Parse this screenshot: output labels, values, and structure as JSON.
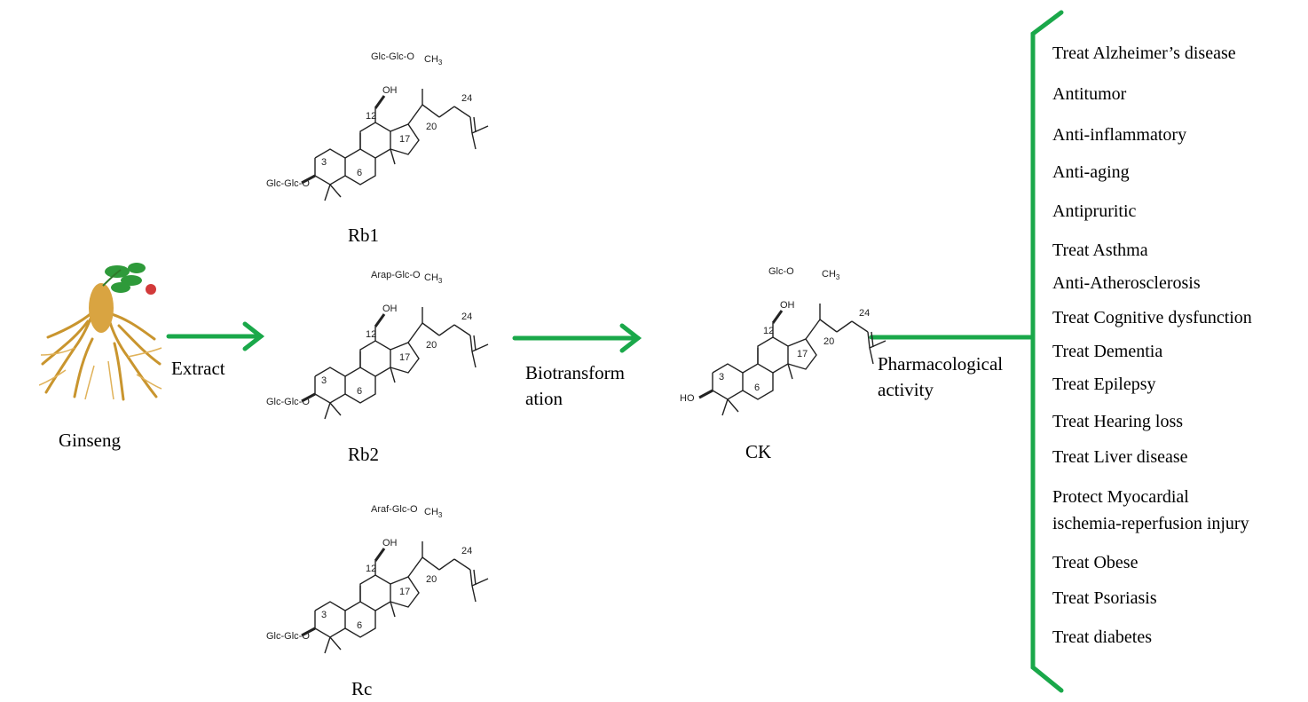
{
  "source": {
    "label": "Ginseng",
    "image": "ginseng-root-illustration"
  },
  "arrows": {
    "extract": "Extract",
    "biotransformation_line1": "Biotransform",
    "biotransformation_line2": "ation",
    "pharmacological_line1": "Pharmacological",
    "pharmacological_line2": "activity"
  },
  "compounds": [
    {
      "name": "Rb1",
      "c3_group": "Glc-Glc-O",
      "c20_group": "Glc-Glc-O",
      "methyl": "CH3"
    },
    {
      "name": "Rb2",
      "c3_group": "Glc-Glc-O",
      "c20_group": "Arap-Glc-O",
      "methyl": "CH3"
    },
    {
      "name": "Rc",
      "c3_group": "Glc-Glc-O",
      "c20_group": "Araf-Glc-O",
      "methyl": "CH3"
    }
  ],
  "product": {
    "name": "CK",
    "c3_group": "HO",
    "c20_group": "Glc-O",
    "methyl": "CH3"
  },
  "atom_labels": {
    "oh": "OH",
    "n3": "3",
    "n6": "6",
    "n12": "12",
    "n17": "17",
    "n20": "20",
    "n24": "24"
  },
  "activities": [
    "Treat Alzheimer’s disease",
    "Antitumor",
    "Anti-inflammatory",
    "Anti-aging",
    "Antipruritic",
    "Treat Asthma",
    "Anti-Atherosclerosis",
    "Treat Cognitive dysfunction",
    "Treat Dementia",
    "Treat Epilepsy",
    "Treat Hearing loss",
    "Treat Liver disease",
    "Protect Myocardial",
    "ischemia-reperfusion injury",
    "Treat Obese",
    "Treat Psoriasis",
    "Treat diabetes"
  ],
  "colors": {
    "arrow": "#1aa84a",
    "bracket": "#1aa84a",
    "text": "#000000"
  }
}
